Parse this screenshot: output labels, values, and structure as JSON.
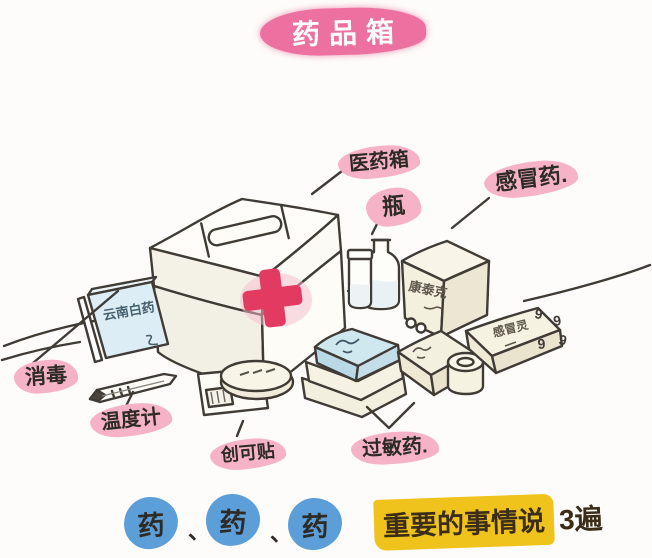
{
  "title": "药品箱",
  "labels": {
    "kit": "医药箱",
    "bottle": "瓶",
    "cold": "感冒药.",
    "disinfect": "消毒",
    "thermometer": "温度计",
    "bandaid": "创可贴",
    "allergy": "过敏药."
  },
  "items": {
    "packet_label": "云南白药",
    "tall_box_label": "康泰克",
    "flat_box_label": "感冒灵",
    "nines": [
      "9",
      "9",
      "9",
      "9"
    ]
  },
  "bottom": {
    "pills": [
      "药",
      "药",
      "药"
    ],
    "separator": "、",
    "slogan_highlight": "重要的事情说",
    "slogan_suffix": "3遍"
  },
  "colors": {
    "label_pink": "#f6b3c7",
    "title_pink": "#ec71a0",
    "cross_red": "#e23a60",
    "pill_blue": "#5b9ed8",
    "highlight_yellow": "#efc31b",
    "packet_blue": "#dcedf5",
    "ink": "#413b36"
  }
}
